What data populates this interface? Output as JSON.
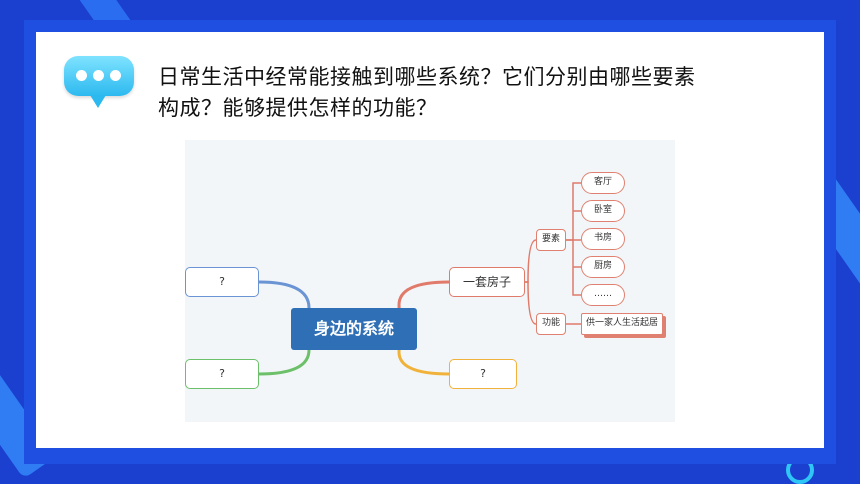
{
  "question": {
    "line1": "日常生活中经常能接触到哪些系统？它们分别由哪些要素",
    "line2": "构成？能够提供怎样的功能？"
  },
  "mindmap": {
    "root": "身边的系统",
    "unknown_left_top": "?",
    "unknown_left_bottom": "?",
    "unknown_right": "?",
    "house": "一套房子",
    "elements_label": "要素",
    "function_label": "功能",
    "rooms": [
      "客厅",
      "卧室",
      "书房",
      "厨房",
      "……"
    ],
    "function_value": "供一家人生活起居"
  },
  "colors": {
    "frame_blue": "#1f4fe0",
    "root_blue": "#2e6fb5",
    "branch_blue": "#6a94d4",
    "branch_green": "#6dc06a",
    "branch_orange": "#f0b23a",
    "branch_red": "#e07a6a"
  },
  "icons": {
    "chat": "speech-bubble-icon"
  }
}
